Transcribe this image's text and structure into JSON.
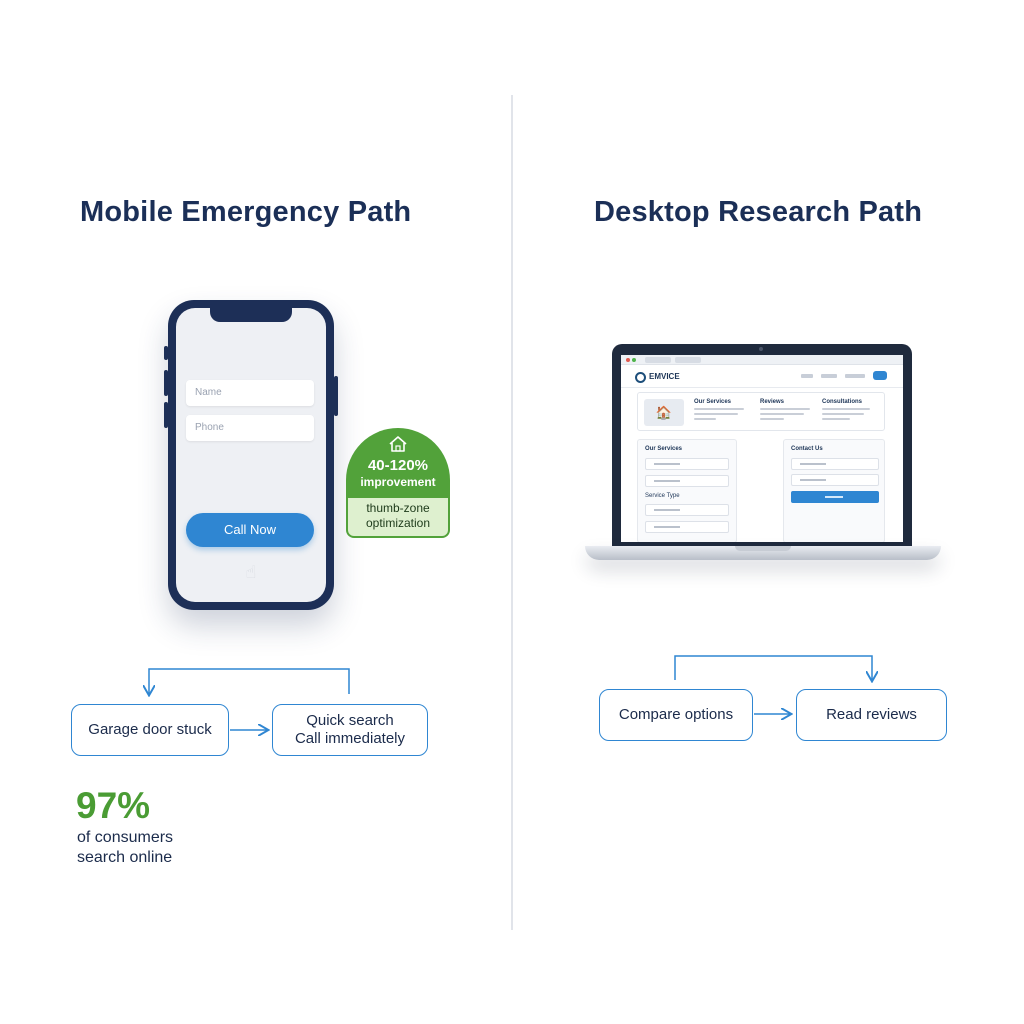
{
  "headings": {
    "left": "Mobile Emergency Path",
    "right": "Desktop Research Path"
  },
  "phone": {
    "name_placeholder": "Name",
    "phone_placeholder": "Phone",
    "call_button": "Call Now"
  },
  "badge": {
    "percent": "40-120%",
    "label": "improvement",
    "sub_line1": "thumb-zone",
    "sub_line2": "optimization",
    "icon": "house-icon"
  },
  "laptop": {
    "logo": "EMVICE",
    "headings": [
      "Our Services",
      "Reviews",
      "Consultations"
    ],
    "left_panel_title": "Our Services",
    "left_panel_label": "Service Type",
    "right_panel_title": "Contact Us"
  },
  "mobile_flow": {
    "step1": "Garage door stuck",
    "step2_line1": "Quick search",
    "step2_line2": "Call immediately"
  },
  "desktop_flow": {
    "step1": "Compare options",
    "step2": "Read reviews"
  },
  "stat": {
    "value": "97%",
    "label_line1": "of consumers",
    "label_line2": "search online"
  },
  "colors": {
    "navy": "#1b2f57",
    "accent_blue": "#2f86d2",
    "accent_green": "#52a23a",
    "stat_green": "#4a9c34"
  }
}
